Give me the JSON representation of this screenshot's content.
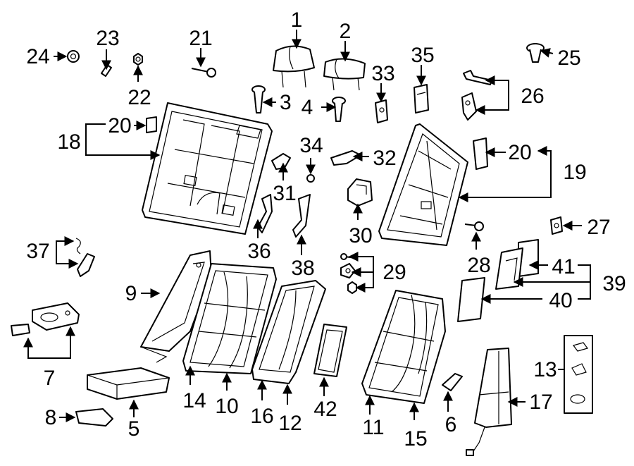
{
  "callouts": [
    {
      "id": "1",
      "text": "1"
    },
    {
      "id": "2",
      "text": "2"
    },
    {
      "id": "3",
      "text": "3"
    },
    {
      "id": "4",
      "text": "4"
    },
    {
      "id": "5",
      "text": "5"
    },
    {
      "id": "6",
      "text": "6"
    },
    {
      "id": "7",
      "text": "7"
    },
    {
      "id": "8",
      "text": "8"
    },
    {
      "id": "9",
      "text": "9"
    },
    {
      "id": "10",
      "text": "10"
    },
    {
      "id": "11",
      "text": "11"
    },
    {
      "id": "12",
      "text": "12"
    },
    {
      "id": "13",
      "text": "13"
    },
    {
      "id": "14",
      "text": "14"
    },
    {
      "id": "15",
      "text": "15"
    },
    {
      "id": "16",
      "text": "16"
    },
    {
      "id": "17",
      "text": "17"
    },
    {
      "id": "18",
      "text": "18"
    },
    {
      "id": "19",
      "text": "19"
    },
    {
      "id": "20",
      "text": "20"
    },
    {
      "id": "21",
      "text": "21"
    },
    {
      "id": "22",
      "text": "22"
    },
    {
      "id": "23",
      "text": "23"
    },
    {
      "id": "24",
      "text": "24"
    },
    {
      "id": "25",
      "text": "25"
    },
    {
      "id": "26",
      "text": "26"
    },
    {
      "id": "27",
      "text": "27"
    },
    {
      "id": "28",
      "text": "28"
    },
    {
      "id": "29",
      "text": "29"
    },
    {
      "id": "30",
      "text": "30"
    },
    {
      "id": "31",
      "text": "31"
    },
    {
      "id": "32",
      "text": "32"
    },
    {
      "id": "33",
      "text": "33"
    },
    {
      "id": "34",
      "text": "34"
    },
    {
      "id": "35",
      "text": "35"
    },
    {
      "id": "36",
      "text": "36"
    },
    {
      "id": "37",
      "text": "37"
    },
    {
      "id": "38",
      "text": "38"
    },
    {
      "id": "39",
      "text": "39"
    },
    {
      "id": "40",
      "text": "40"
    },
    {
      "id": "41",
      "text": "41"
    },
    {
      "id": "42",
      "text": "42"
    }
  ]
}
